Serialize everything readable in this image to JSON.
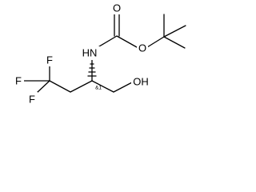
{
  "molecule": {
    "atoms": {
      "oxygen_carbonyl": "O",
      "oxygen_ester": "O",
      "nitrogen": "HN",
      "fluorine_top": "F",
      "fluorine_left": "F",
      "fluorine_bottom": "F",
      "hydroxyl": "OH"
    },
    "stereo_label": "&1"
  }
}
